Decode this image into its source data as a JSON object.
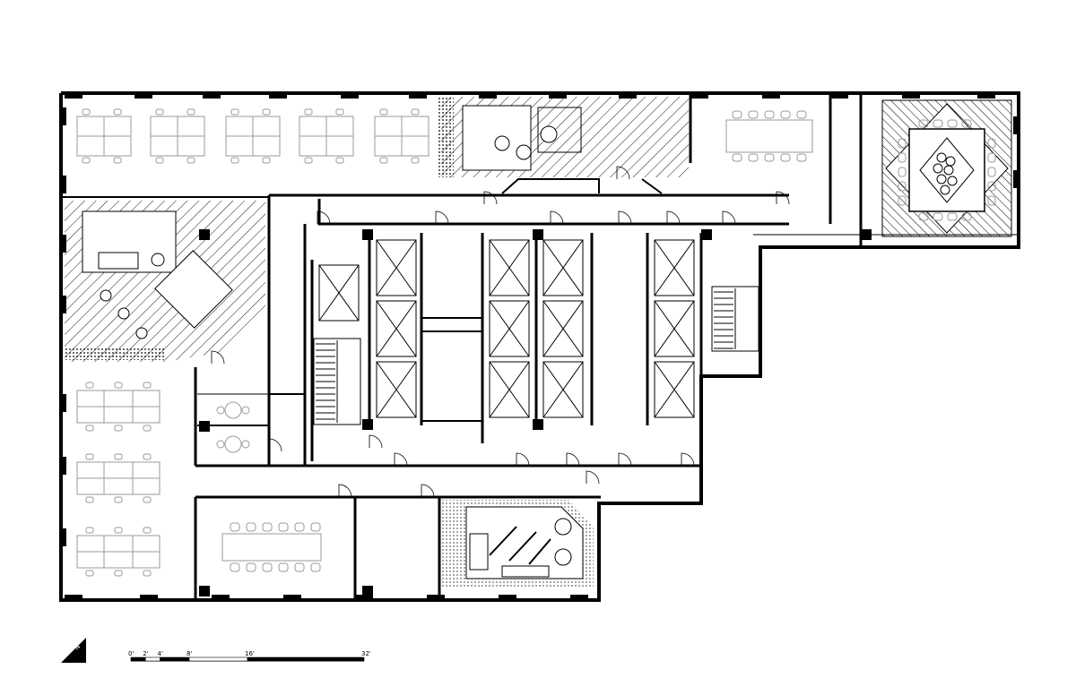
{
  "scale_bar": {
    "labels": [
      "0'",
      "2'",
      "4'",
      "8'",
      "16'",
      "32'"
    ],
    "values": [
      0,
      2,
      4,
      8,
      16,
      32
    ]
  },
  "north_arrow": {
    "icon": "north-arrow-icon"
  },
  "colors": {
    "ink": "#000000",
    "paper": "#ffffff",
    "furniture": "#9a9a9a"
  }
}
